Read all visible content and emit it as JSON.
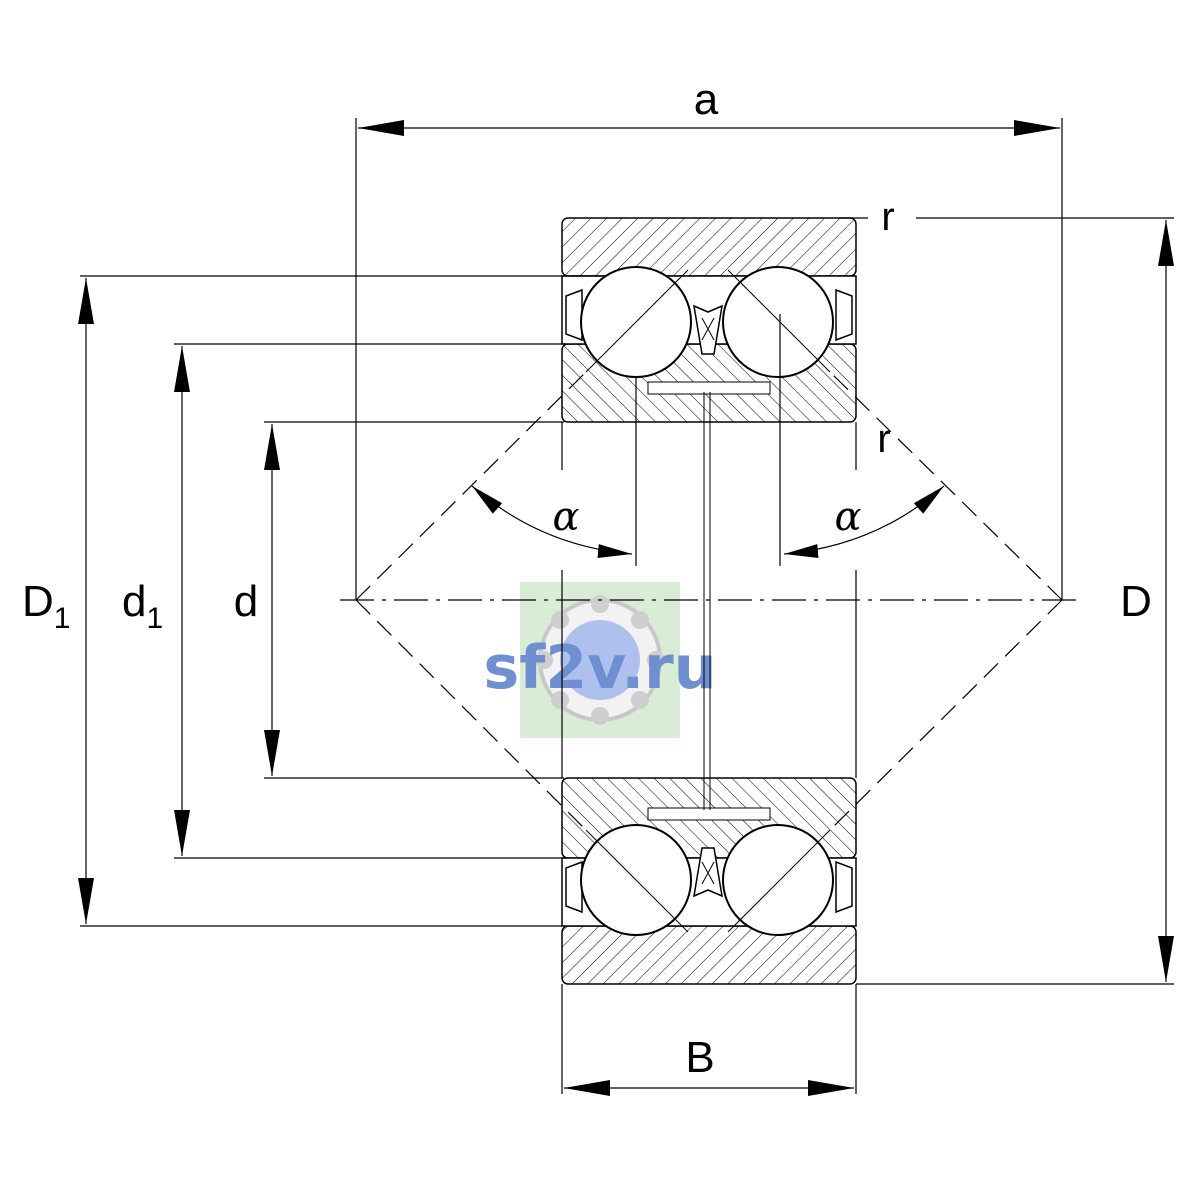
{
  "labels": {
    "a": "a",
    "r": "r",
    "alpha": "α",
    "D": "D",
    "D1_main": "D",
    "D1_sub": "1",
    "d1_main": "d",
    "d1_sub": "1",
    "d": "d",
    "B": "B"
  },
  "watermark": {
    "text": "sf2v.ru",
    "color": "#6f8fd0",
    "panel_color": "#d9ecd6"
  },
  "colors": {
    "line": "#000000",
    "background": "#ffffff"
  }
}
